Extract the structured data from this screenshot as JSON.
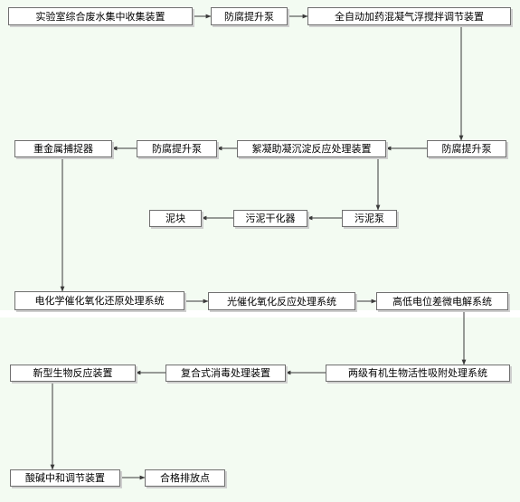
{
  "diagram": {
    "nodes": {
      "collection_device": "实验室综合废水集中收集装置",
      "anticorrosion_pump_1": "防腐提升泵",
      "auto_dosing_device": "全自动加药混凝气浮搅拌调节装置",
      "anticorrosion_pump_2": "防腐提升泵",
      "flocculation_device": "絮凝助凝沉淀反应处理装置",
      "anticorrosion_pump_3": "防腐提升泵",
      "heavy_metal_catcher": "重金属捕捉器",
      "sludge_pump": "污泥泵",
      "sludge_dryer": "污泥干化器",
      "sludge_cake": "泥块",
      "electrochemical_system": "电化学催化氧化还原处理系统",
      "photocatalytic_system": "光催化氧化反应处理系统",
      "micro_electrolysis_system": "高低电位差微电解系统",
      "bio_adsorption_system": "两级有机生物活性吸附处理系统",
      "disinfection_device": "复合式消毒处理装置",
      "bioreactor_device": "新型生物反应装置",
      "neutralization_device": "酸碱中和调节装置",
      "discharge_point": "合格排放点"
    }
  }
}
